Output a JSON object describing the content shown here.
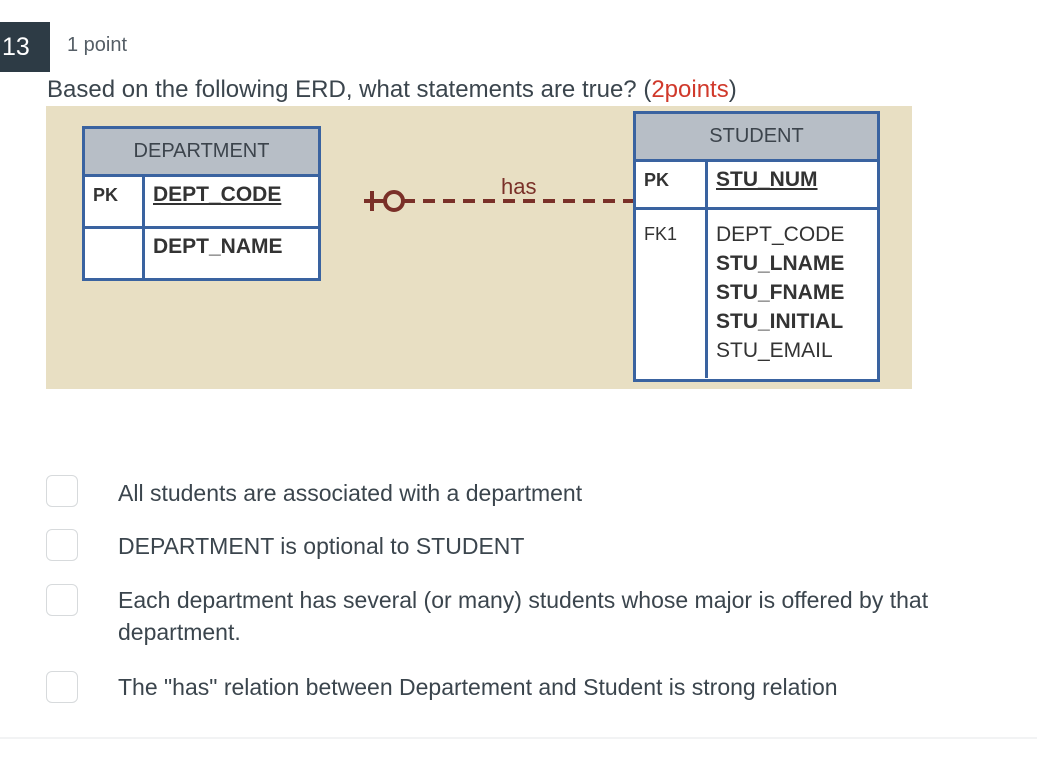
{
  "question": {
    "number": "13",
    "points": "1 point",
    "prompt_main": "Based on the following ERD, what statements are true? (",
    "prompt_points": "2points",
    "prompt_close": ")"
  },
  "erd": {
    "relationship_label": "has",
    "entities": [
      {
        "name": "DEPARTMENT",
        "rows": [
          {
            "key": "PK",
            "fields": [
              "DEPT_CODE"
            ]
          },
          {
            "key": "",
            "fields": [
              "DEPT_NAME"
            ]
          }
        ]
      },
      {
        "name": "STUDENT",
        "rows": [
          {
            "key": "PK",
            "fields": [
              "STU_NUM"
            ]
          },
          {
            "key": "FK1",
            "fields": [
              "DEPT_CODE",
              "STU_LNAME",
              "STU_FNAME",
              "STU_INITIAL",
              "STU_EMAIL"
            ]
          }
        ]
      }
    ],
    "colors": {
      "background": "#e8dfc3",
      "border": "#3a63a0",
      "header": "#b7bec6",
      "relation": "#7a3028"
    }
  },
  "options": [
    {
      "label": "All students are associated with a department",
      "checked": false
    },
    {
      "label": "DEPARTMENT is optional to STUDENT",
      "checked": false
    },
    {
      "label": "Each department has several (or many) students whose major is offered by that department.",
      "checked": false
    },
    {
      "label": "The \"has\" relation between Departement and Student is strong relation",
      "checked": false
    }
  ]
}
